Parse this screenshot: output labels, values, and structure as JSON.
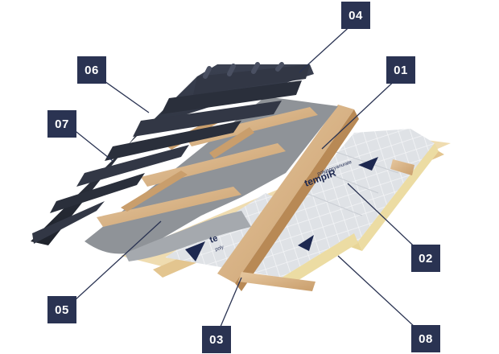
{
  "colors": {
    "badge": "#2a3352",
    "leader": "#2a3352",
    "tile": "#2b303c",
    "timber": "#d7b48a",
    "membrane": "#8f9398",
    "insulation_foil": "#d9dde2",
    "insulation_core": "#eedfa6"
  },
  "callouts": [
    {
      "id": "04",
      "label": "04"
    },
    {
      "id": "06",
      "label": "06"
    },
    {
      "id": "01",
      "label": "01"
    },
    {
      "id": "07",
      "label": "07"
    },
    {
      "id": "02",
      "label": "02"
    },
    {
      "id": "05",
      "label": "05"
    },
    {
      "id": "03",
      "label": "03"
    },
    {
      "id": "08",
      "label": "08"
    }
  ],
  "board_text": {
    "brand_upper": "tempiR",
    "brand_upper_sub": "polyisocyanurate",
    "brand_lower": "te",
    "brand_lower_sub": "poly"
  }
}
